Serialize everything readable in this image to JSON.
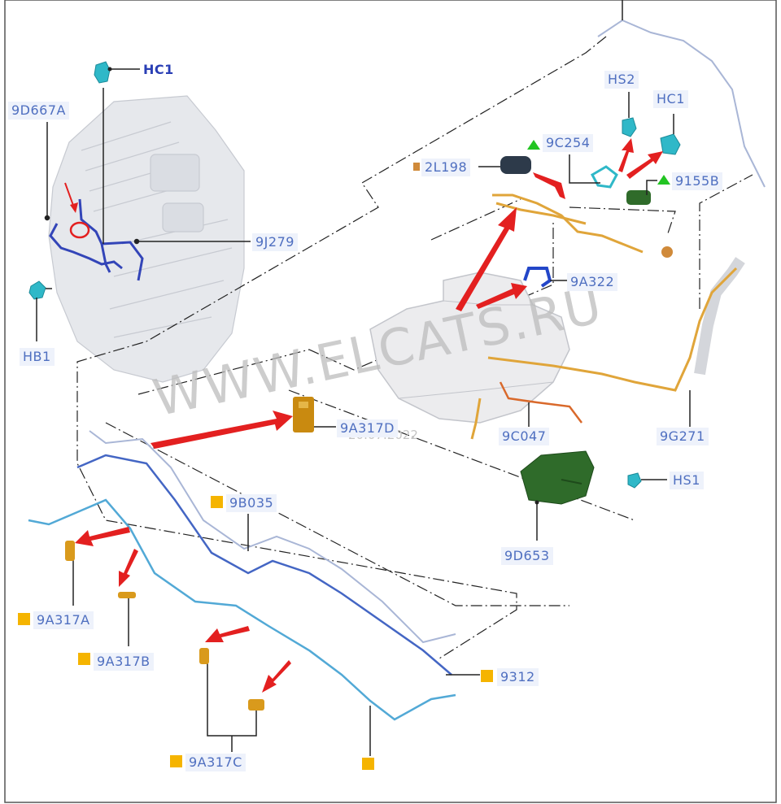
{
  "colors": {
    "label_text": "#4f6fc0",
    "label_bg": "#eef2fb",
    "accent_red": "#e32020",
    "fuel_line_orange": "#e0a53a",
    "canister_green": "#2f6b2a",
    "connector_teal": "#2fb8c8",
    "line_blue": "#4466c4",
    "line_cyan": "#52a9d6",
    "marker_square": "#f5b400",
    "marker_triangle": "#22c422"
  },
  "watermark": {
    "text": "WWW.ELCATS.RU",
    "date": "20.07.2022"
  },
  "labels": {
    "hc1_top": "HC1",
    "p9d667a": "9D667A",
    "hb1": "HB1",
    "p9j279": "9J279",
    "hs2": "HS2",
    "hc1_right": "HC1",
    "p9c254": "9C254",
    "p2l198": "2L198",
    "p9155b": "9155B",
    "p9a322": "9A322",
    "p9a317d": "9A317D",
    "p9c047": "9C047",
    "p9g271": "9G271",
    "hs1": "HS1",
    "p9d653": "9D653",
    "p9b035": "9B035",
    "p9a317a": "9A317A",
    "p9a317b": "9A317B",
    "p9a317c": "9A317C",
    "p9312": "9312"
  }
}
